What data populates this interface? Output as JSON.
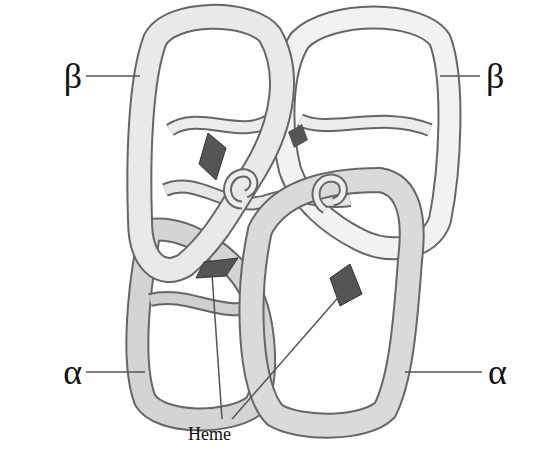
{
  "diagram": {
    "labels": [
      "β",
      "β",
      "α",
      "α",
      "Heme"
    ]
  }
}
